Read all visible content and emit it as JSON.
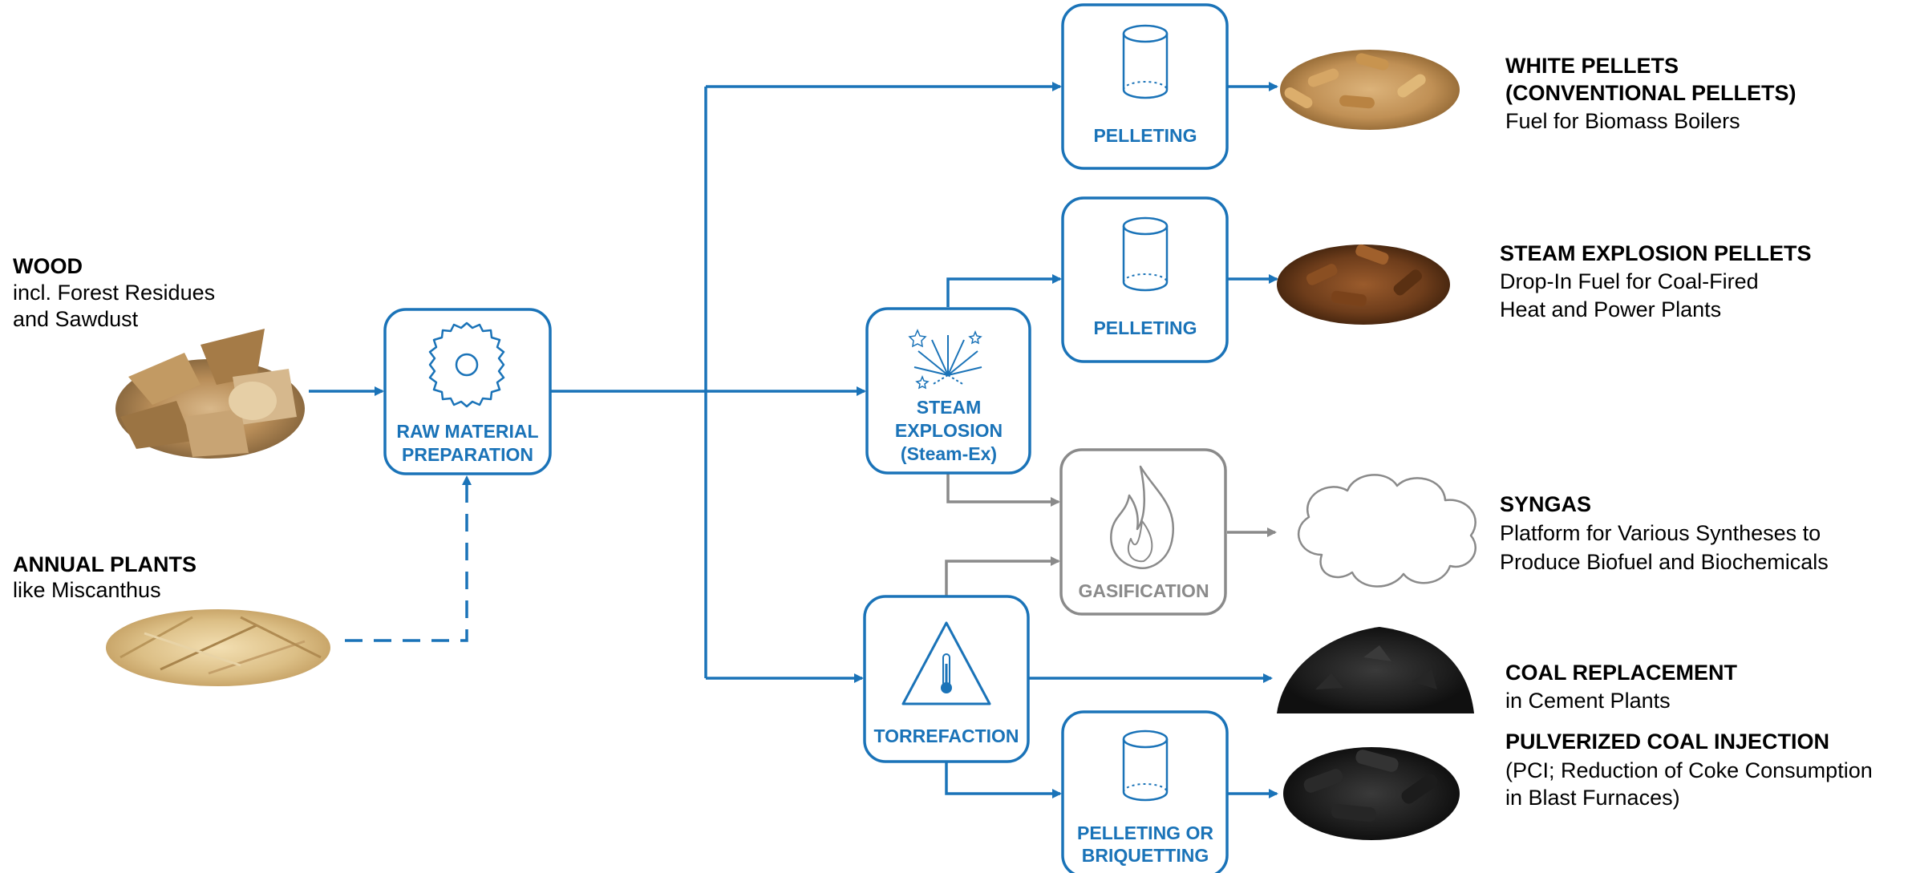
{
  "colors": {
    "primary": "#1a73b8",
    "secondary": "#8a8a8a",
    "text": "#000000"
  },
  "inputs": {
    "wood": {
      "title": "WOOD",
      "line1": "incl. Forest Residues",
      "line2": "and Sawdust",
      "image": "wood-chips-image"
    },
    "annual_plants": {
      "title": "ANNUAL PLANTS",
      "line1": "like Miscanthus",
      "image": "miscanthus-chips-image"
    }
  },
  "processes": {
    "raw_material": {
      "line1": "RAW MATERIAL",
      "line2": "PREPARATION",
      "icon": "saw-blade-icon"
    },
    "steam_explosion": {
      "line1": "STEAM",
      "line2": "EXPLOSION",
      "line3": "(Steam-Ex)",
      "icon": "fireworks-icon"
    },
    "torrefaction": {
      "line1": "TORREFACTION",
      "icon": "temperature-warning-icon"
    },
    "gasification": {
      "line1": "GASIFICATION",
      "icon": "flame-icon"
    },
    "pelleting_1": {
      "line1": "PELLETING",
      "icon": "cylinder-icon"
    },
    "pelleting_2": {
      "line1": "PELLETING",
      "icon": "cylinder-icon"
    },
    "pelleting_3": {
      "line1": "PELLETING OR",
      "line2": "BRIQUETTING",
      "icon": "cylinder-icon"
    }
  },
  "products": {
    "white_pellets": {
      "title1": "WHITE PELLETS",
      "title2": "(CONVENTIONAL PELLETS)",
      "desc1": "Fuel for Biomass Boilers",
      "image": "white-pellets-image"
    },
    "steam_pellets": {
      "title1": "STEAM EXPLOSION PELLETS",
      "desc1": "Drop-In Fuel for Coal-Fired",
      "desc2": "Heat and Power Plants",
      "image": "steam-explosion-pellets-image"
    },
    "syngas": {
      "title1": "SYNGAS",
      "desc1": "Platform for Various Syntheses to",
      "desc2": "Produce Biofuel and Biochemicals",
      "image": "cloud-icon"
    },
    "coal_replacement": {
      "title1": "COAL REPLACEMENT",
      "desc1": "in Cement Plants",
      "image": "coal-heap-image"
    },
    "pci": {
      "title1": "PULVERIZED COAL INJECTION",
      "desc1": "(PCI; Reduction of Coke Consumption",
      "desc2": "in Blast Furnaces)",
      "image": "black-pellets-image"
    }
  }
}
